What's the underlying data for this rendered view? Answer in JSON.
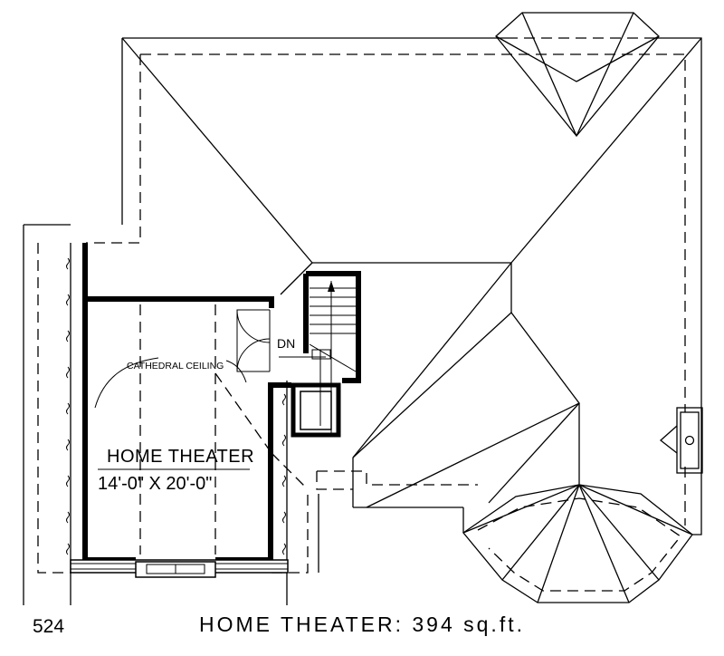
{
  "plan_number": "524",
  "caption": "HOME THEATER: 394 sq.ft.",
  "room": {
    "name": "HOME THEATER",
    "dimensions": "14'-0\" X 20'-0\""
  },
  "labels": {
    "ceiling_note": "CATHEDRAL CEILING",
    "stair_direction": "DN"
  }
}
